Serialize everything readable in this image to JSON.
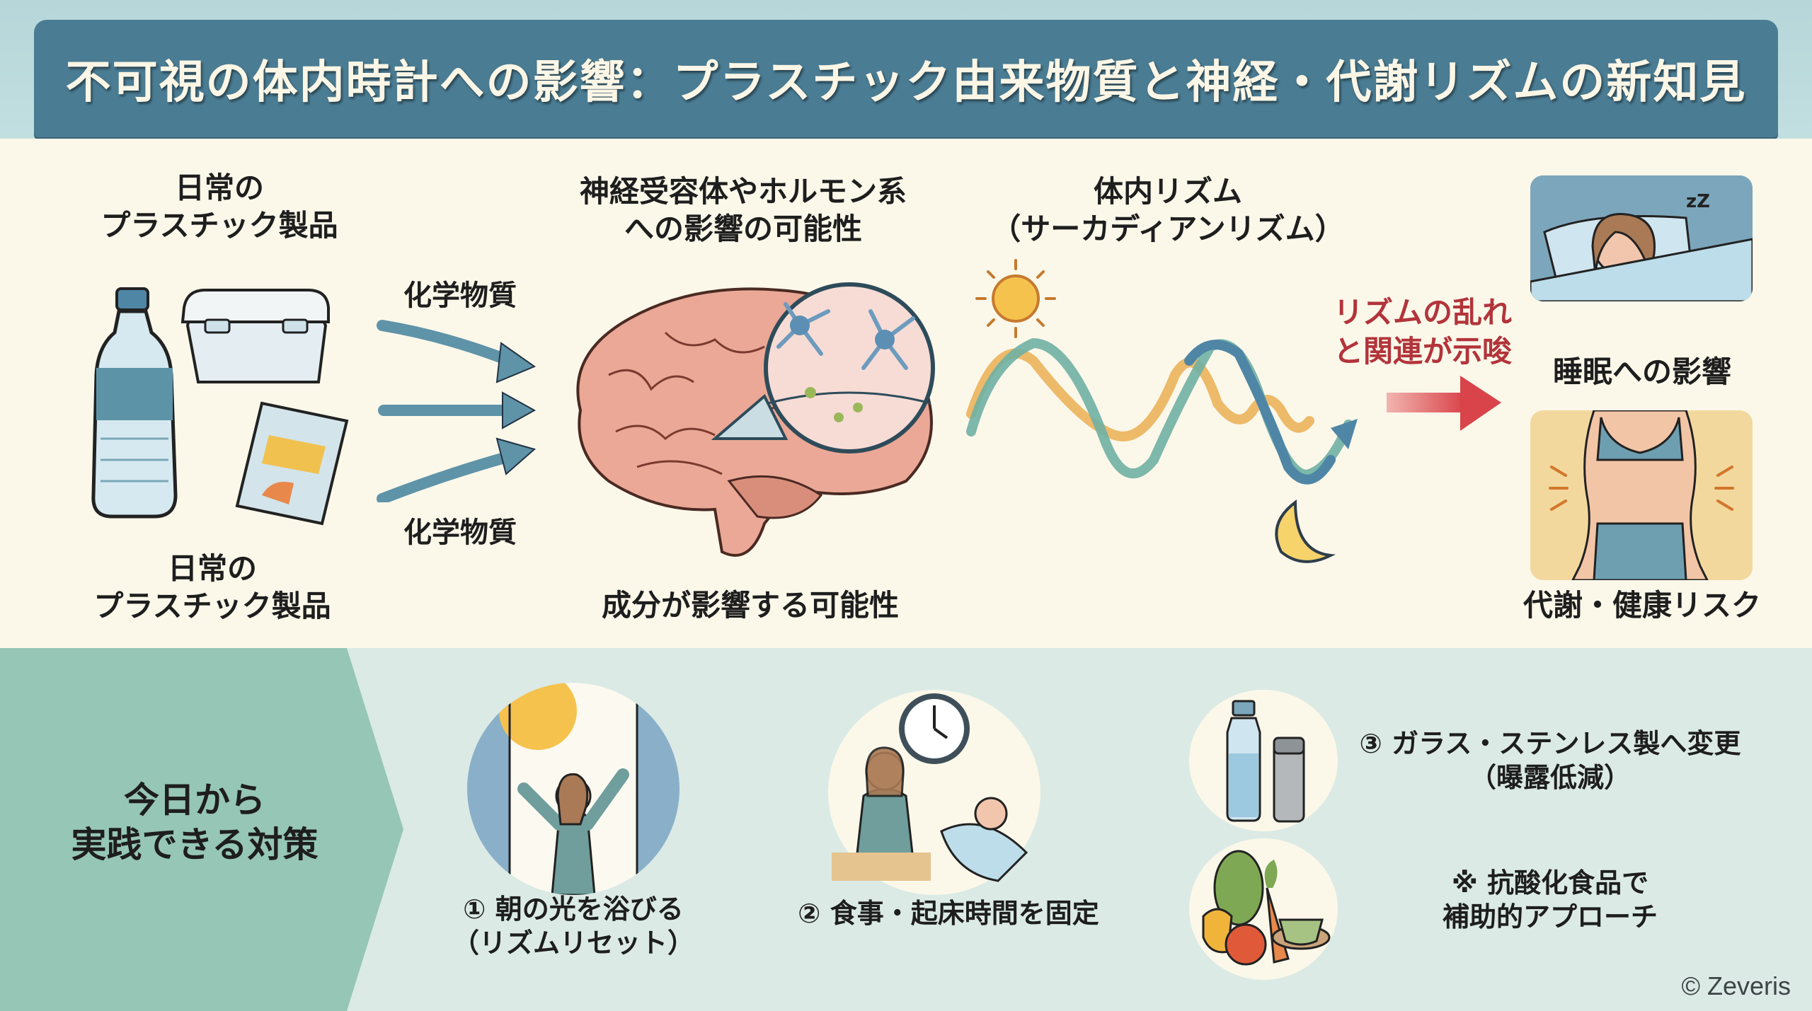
{
  "header": {
    "title": "不可視の体内時計への影響：プラスチック由来物質と神経・代謝リズムの新知見"
  },
  "sources": {
    "top_label": "日常の\nプラスチック製品",
    "bottom_label": "日常の\nプラスチック製品",
    "items": [
      "plastic-bottle",
      "food-container",
      "snack-package"
    ]
  },
  "flow": {
    "chemical_label_top": "化学物質",
    "chemical_label_bottom": "化学物質",
    "arrow_color": "#5f93a8"
  },
  "brain": {
    "top_label": "神経受容体やホルモン系\nへの影響の可能性",
    "bottom_label": "成分が影響する可能性"
  },
  "rhythm": {
    "title": "体内リズム\n（サーカディアンリズム）",
    "disruption_label": "リズムの乱れ\nと関連が示唆",
    "colors": {
      "teal": "#7fb9ab",
      "orange": "#ebb35c",
      "blue": "#4f86a6",
      "red": "#d9434a"
    }
  },
  "outcomes": {
    "sleep_label": "睡眠への影響",
    "metabolic_label": "代謝・健康リスク",
    "zzz": "zZ"
  },
  "actions": {
    "section_title": "今日から\n実践できる対策",
    "items": [
      {
        "label": "① 朝の光を浴びる\n（リズムリセット）"
      },
      {
        "label": "② 食事・起床時間を固定"
      },
      {
        "label": "③ ガラス・ステンレス製へ変更\n（曝露低減）"
      },
      {
        "label": "※ 抗酸化食品で\n補助的アプローチ"
      }
    ]
  },
  "footer": {
    "copyright": "© Zeveris"
  },
  "colors": {
    "banner": "#4a7c93",
    "upper_bg": "#fbf8ea",
    "lower_bg": "#dbeae5",
    "chevron": "#96c6b6"
  }
}
